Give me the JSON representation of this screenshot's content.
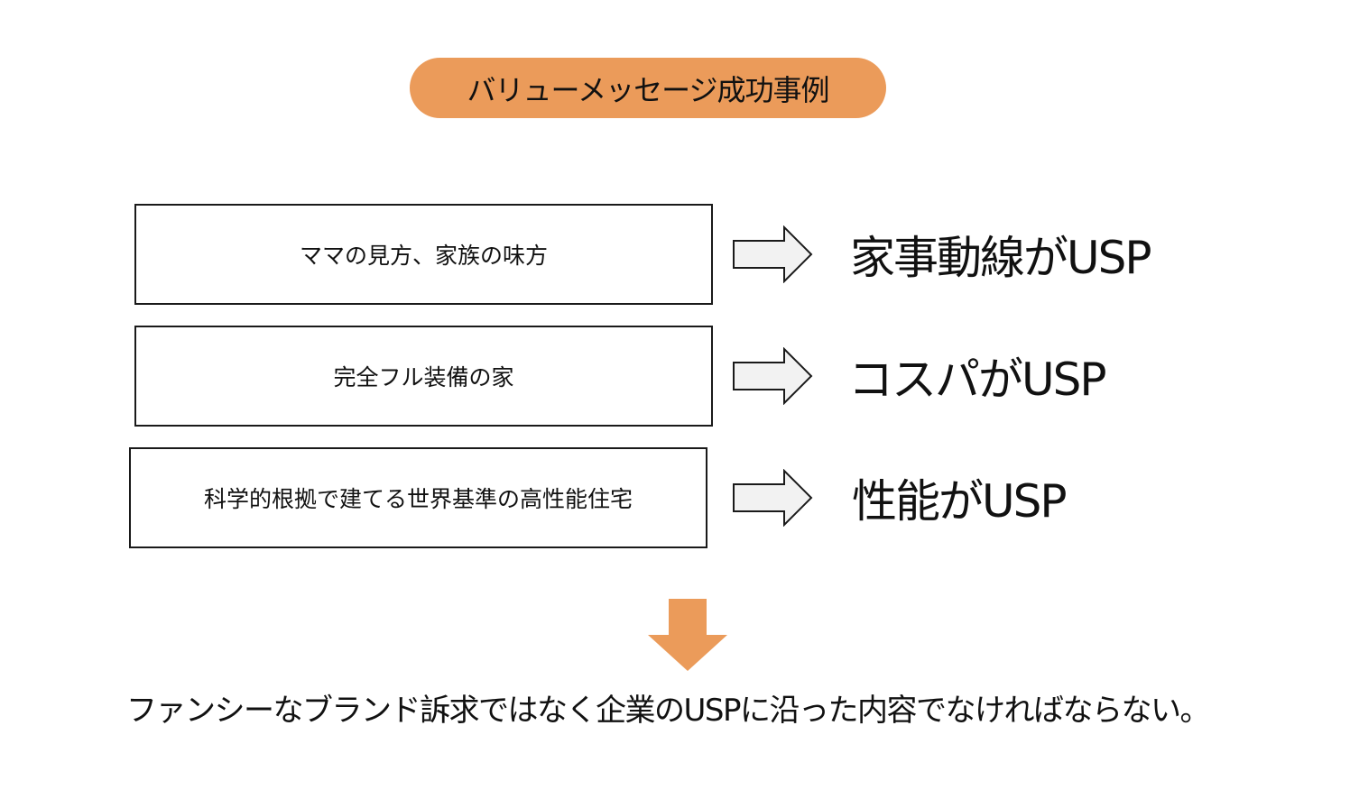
{
  "title": "バリューメッセージ成功事例",
  "colors": {
    "accent": "#EB9B5A",
    "arrow_fill": "#F2F2F2",
    "border": "#1a1a1a"
  },
  "rows": [
    {
      "message": "ママの見方、家族の味方",
      "usp": "家事動線がUSP"
    },
    {
      "message": "完全フル装備の家",
      "usp": "コスパがUSP"
    },
    {
      "message": "科学的根拠で建てる世界基準の高性能住宅",
      "usp": "性能がUSP"
    }
  ],
  "conclusion": "ファンシーなブランド訴求ではなく企業のUSPに沿った内容でなければならない。",
  "icons": {
    "row_arrow": "right-arrow-icon",
    "down_arrow": "down-arrow-icon"
  }
}
